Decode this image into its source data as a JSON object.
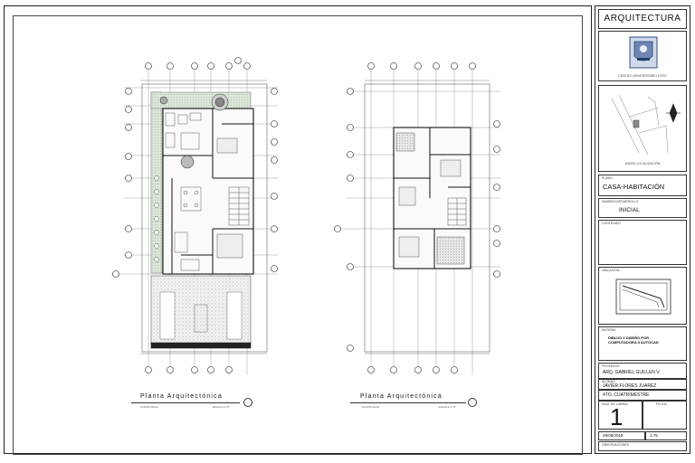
{
  "title_block": {
    "header": "ARQUITECTURA",
    "institution": "CENTRO UNIVERSITARIO UTEG",
    "location_caption": "MICRO LOCALIZACIÓN",
    "project_label": "PLANO",
    "project_value": "CASA-HABITACIÓN",
    "stage_label": "NUMERO DESARROLLO",
    "stage_value": "INICIAL",
    "content_label": "CONTENIDO",
    "location_label": "UBICACIÓN",
    "subject_label": "MATERIA",
    "subject_value": "DIBUJO Y DISEÑO POR COMPUTADORA II AUTOCAD",
    "professor_label": "PROFESOR",
    "professor_value": "ARQ. GABRIEL GUILLEN V.",
    "student_label": "ALUMNO",
    "student_value": "JAVIER FLORES JUAREZ",
    "semester_value": "4TO. CUATRIMESTRE",
    "sheet_label": "NUM. DE LAMINA",
    "date_label": "FECHA",
    "sheet_number": "1",
    "date_value": "28/08/2018",
    "scale_value": "1:75",
    "observations_label": "OBSERVACIONES"
  },
  "plans": {
    "ground_floor_title": "Planta Arquitectónica",
    "ground_floor_sub": "PLANTA BAJA",
    "ground_floor_scale": "ESCALA 1:75",
    "upper_floor_title": "Planta Arquitectónica",
    "upper_floor_sub": "PLANTA ALTA",
    "upper_floor_scale": "ESCALA 1:75"
  }
}
